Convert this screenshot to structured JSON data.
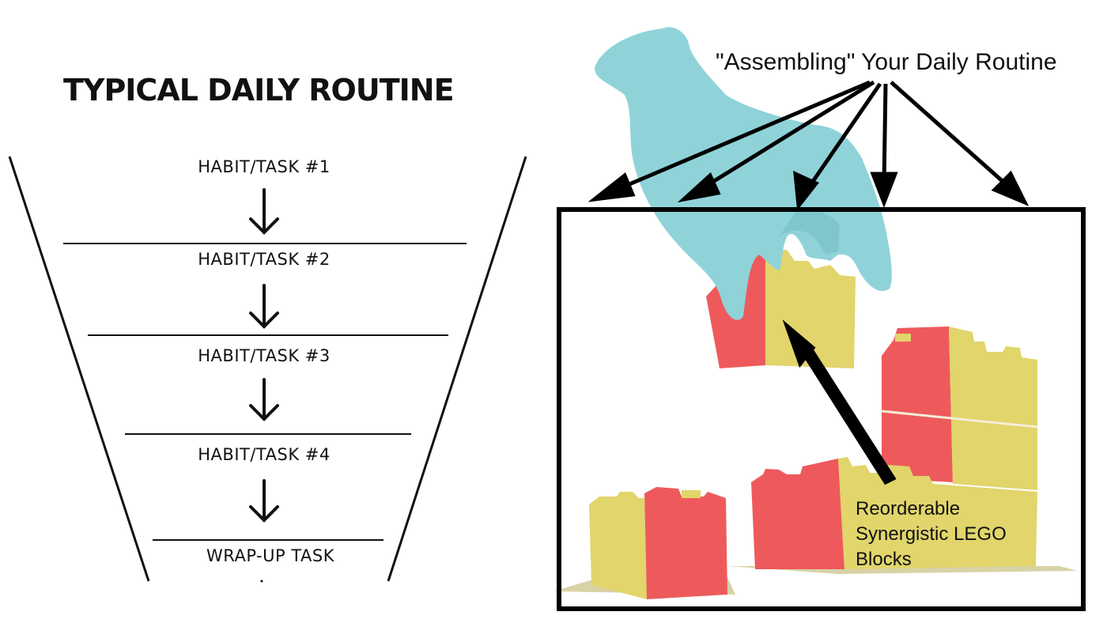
{
  "left_panel": {
    "title": "TYPICAL DAILY ROUTINE",
    "steps": [
      "HABIT/TASK #1",
      "HABIT/TASK #2",
      "HABIT/TASK #3",
      "HABIT/TASK #4",
      "WRAP-UP TASK"
    ]
  },
  "right_panel": {
    "caption": "\"Assembling\" Your Daily Routine",
    "block_caption": [
      "Reorderable",
      "Synergistic LEGO",
      "Blocks"
    ]
  },
  "colors": {
    "hand": "#8fd3d9",
    "brick_red": "#ee5a5c",
    "brick_yellow": "#e1d56b",
    "shadow": "#d8d2a6",
    "ink": "#000000"
  }
}
